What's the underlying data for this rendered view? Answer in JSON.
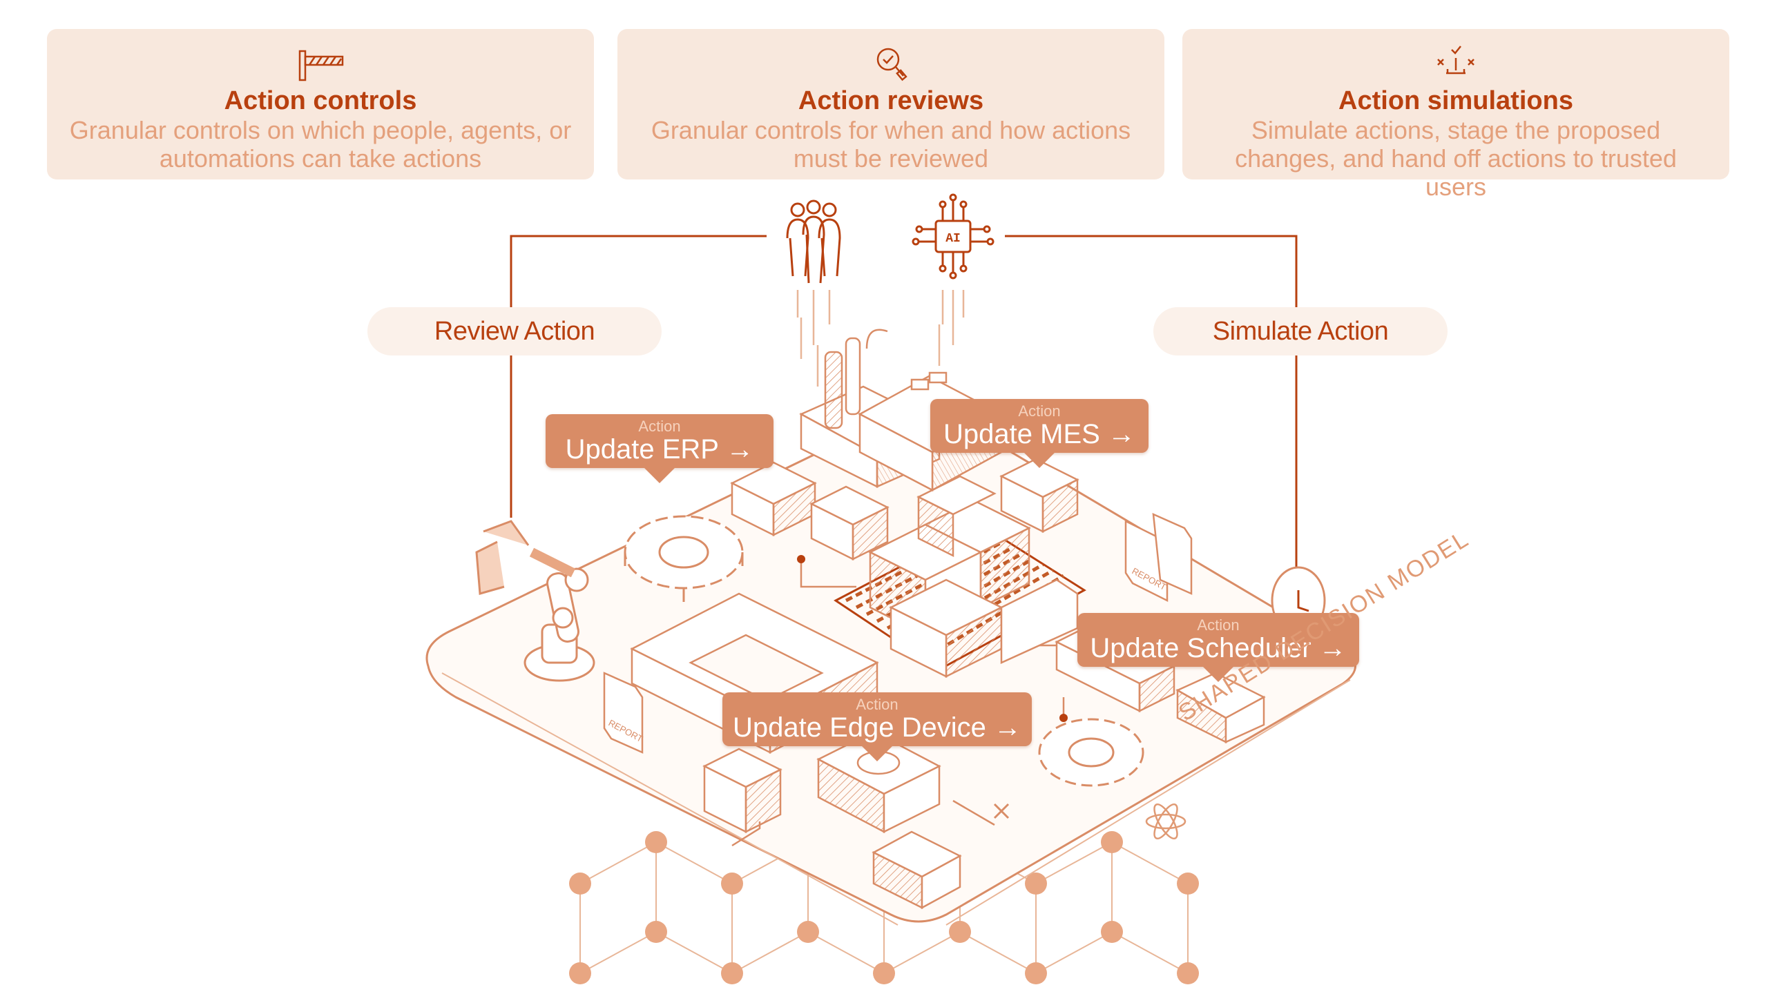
{
  "cards": [
    {
      "title": "Action controls",
      "desc": "Granular controls on which people, agents, or automations can take actions",
      "icon": "gate-barrier-icon"
    },
    {
      "title": "Action reviews",
      "desc": "Granular controls for when and how actions must be reviewed",
      "icon": "magnifier-check-icon"
    },
    {
      "title": "Action simulations",
      "desc": "Simulate actions, stage the proposed changes, and hand off actions to trusted users",
      "icon": "check-options-icon"
    }
  ],
  "flow": {
    "review_label": "Review Action",
    "simulate_label": "Simulate Action",
    "ai_chip_text": "AI"
  },
  "actions": [
    {
      "caption": "Action",
      "label": "Update ERP →"
    },
    {
      "caption": "Action",
      "label": "Update MES →"
    },
    {
      "caption": "Action",
      "label": "Update Scheduler →"
    },
    {
      "caption": "Action",
      "label": "Update Edge Device →"
    }
  ],
  "platform": {
    "label": "SHARED DECISION MODEL",
    "report_text": "REPORT"
  },
  "colors": {
    "accent": "#b8400f",
    "line": "#d98c66",
    "card_bg": "#f8e8dd",
    "pill_bg": "#fbf1ea"
  }
}
